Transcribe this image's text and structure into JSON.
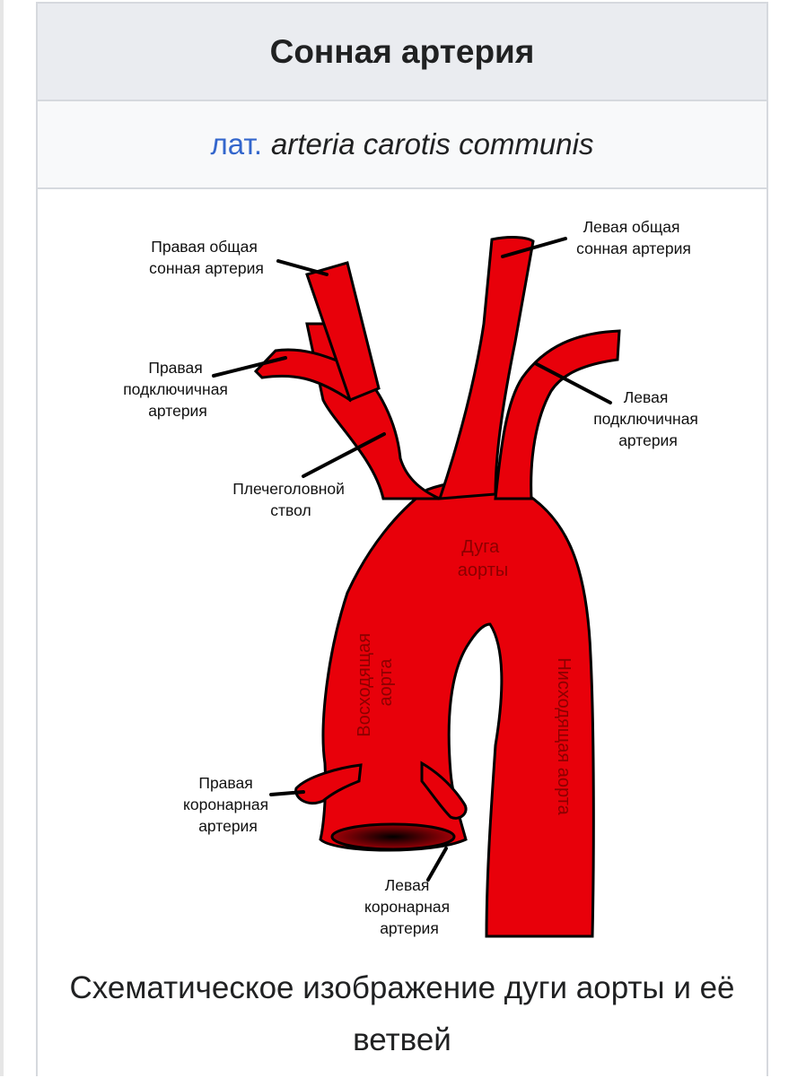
{
  "title": "Сонная артерия",
  "latin": {
    "abbr": "лат.",
    "name": "arteria carotis communis"
  },
  "diagram": {
    "colors": {
      "vessel": "#e8000a",
      "outline": "#000000",
      "inner_text": "#8b0000"
    },
    "labels": {
      "right_common_carotid": [
        "Правая общая",
        "сонная артерия"
      ],
      "left_common_carotid": [
        "Левая общая",
        "сонная артерия"
      ],
      "right_subclavian": [
        "Правая",
        "подключичная",
        "артерия"
      ],
      "left_subclavian": [
        "Левая",
        "подключичная",
        "артерия"
      ],
      "brachiocephalic": [
        "Плечеголовной",
        "ствол"
      ],
      "arch": [
        "Дуга",
        "аорты"
      ],
      "ascending": [
        "Восходящая",
        "аорта"
      ],
      "descending": "Нисходящая аорта",
      "right_coronary": [
        "Правая",
        "коронарная",
        "артерия"
      ],
      "left_coronary": [
        "Левая",
        "коронарная",
        "артерия"
      ]
    }
  },
  "caption": "Схематическое изображение дуги аорты и её ветвей"
}
